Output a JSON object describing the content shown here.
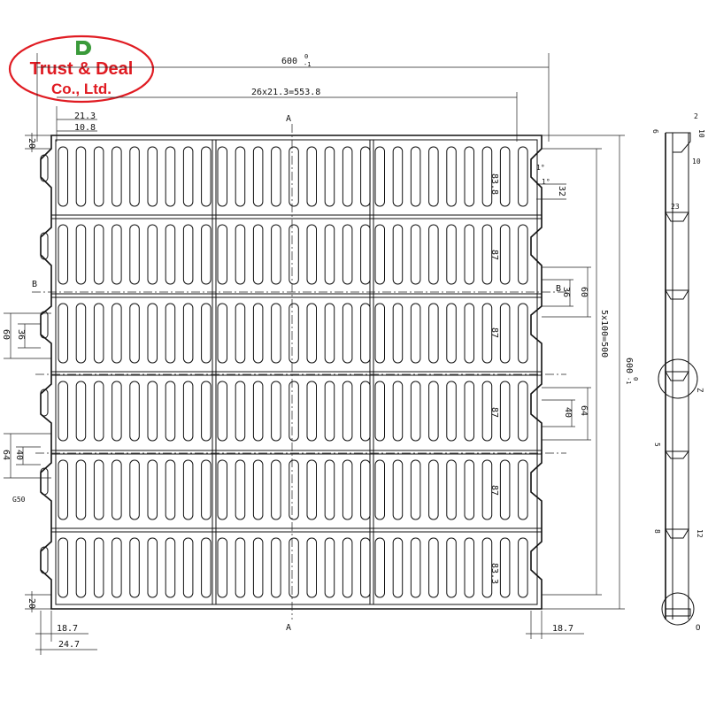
{
  "logo": {
    "name": "Trust & Deal",
    "sub": "Co., Ltd.",
    "mark_color": "#3a9a3a",
    "text_color": "#e01b22"
  },
  "dimensions": {
    "overall_width": "600",
    "overall_width_tol_top": "0",
    "overall_width_tol_bottom": "-1",
    "slot_array": "26x21.3=553.8",
    "pitch": "21.3",
    "slot_width": "10.8",
    "top_margin": "20",
    "bottom_margin": "20",
    "rib_height": "83.8",
    "rib_height_bottom": "83.3",
    "rows_height": "5x100=500",
    "overall_height": "600",
    "overall_height_tol_top": "0",
    "overall_height_tol_bottom": "-1",
    "notch_small": "32",
    "notch_60": "60",
    "notch_36_right": "36",
    "left_60": "60",
    "left_36": "36",
    "right_40": "40",
    "right_64": "64",
    "left_40": "40",
    "left_64": "64",
    "left_edge_bottom": "18.7",
    "left_edge_bottom2": "24.7",
    "right_edge_bottom": "18.7",
    "mid_87": [
      "87",
      "87",
      "87",
      "87"
    ],
    "angle_1": "1°",
    "angle_2": "1°",
    "radius": "G50"
  },
  "section_labels": {
    "a_top": "A",
    "a_bottom": "A",
    "b_left": "B",
    "b_right": "B"
  },
  "side_view": {
    "dim_2": "2",
    "dim_6": "6",
    "dim_10_top": "10",
    "dim_10": "10",
    "dim_23": "23",
    "dim_5": "5",
    "dim_8": "8",
    "dim_12": "12",
    "label_z": "Z",
    "label_o": "O"
  }
}
